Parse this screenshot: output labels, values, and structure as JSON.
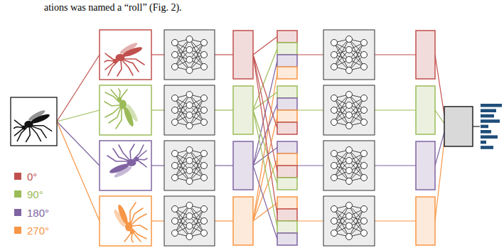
{
  "diagram": {
    "labels": [
      "ations was named a “roll” (Fig. 2)."
    ],
    "legend": [
      {
        "text": "0°",
        "color": "#c0504d"
      },
      {
        "text": "90°",
        "color": "#9bbb59"
      },
      {
        "text": "180°",
        "color": "#8064a2"
      },
      {
        "text": "270°",
        "color": "#f79646"
      }
    ]
  }
}
